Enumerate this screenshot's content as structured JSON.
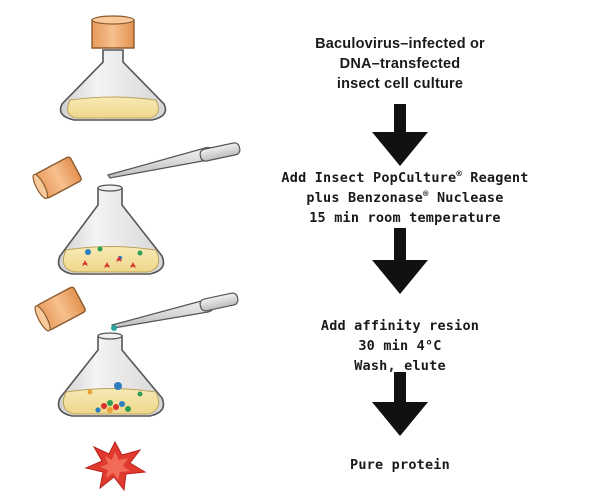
{
  "steps": [
    {
      "lines": [
        "Baculovirus–infected or",
        "DNA–transfected",
        "insect cell culture"
      ]
    },
    {
      "line1_pre": "Add Insect PopCulture",
      "line1_mark": "®",
      "line1_post": " Reagent",
      "line2_pre": "plus Benzonase",
      "line2_mark": "®",
      "line2_post": " Nuclease",
      "line3": "15 min room temperature"
    },
    {
      "lines": [
        "Add affinity resion",
        "30 min 4°C",
        "Wash, elute"
      ]
    },
    {
      "lines": [
        "Pure protein"
      ]
    }
  ],
  "colors": {
    "flask_body": "#e9e9e9",
    "liquid": "#f5e4a8",
    "cap": "#f4b27a",
    "arrow": "#111111",
    "star": "#e03a2e"
  }
}
